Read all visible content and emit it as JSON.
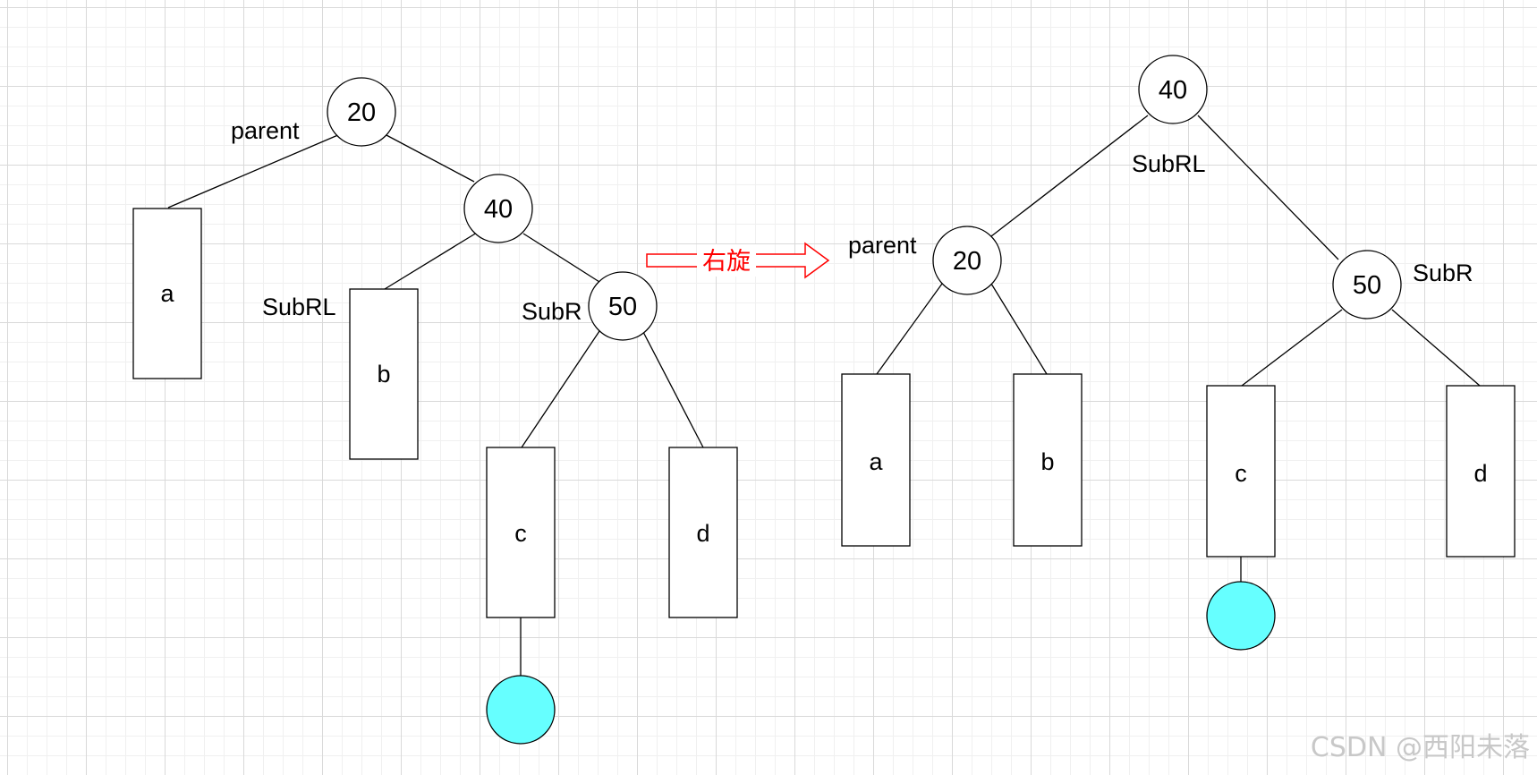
{
  "colors": {
    "leaf_fill": "#66ffff",
    "arrow": "#ff0000",
    "watermark": "#c8c8c8",
    "grid": "#d9d9d9"
  },
  "before": {
    "nodes": {
      "n20": "20",
      "n40": "40",
      "n50": "50"
    },
    "subtrees": {
      "a": "a",
      "b": "b",
      "c": "c",
      "d": "d"
    },
    "labels": {
      "parent": "parent",
      "subrl": "SubRL",
      "subr": "SubR"
    }
  },
  "arrow": {
    "label": "右旋"
  },
  "after": {
    "nodes": {
      "n40": "40",
      "n20": "20",
      "n50": "50"
    },
    "subtrees": {
      "a": "a",
      "b": "b",
      "c": "c",
      "d": "d"
    },
    "labels": {
      "subrl": "SubRL",
      "parent": "parent",
      "subr": "SubR"
    }
  },
  "watermark": "CSDN @西阳未落"
}
